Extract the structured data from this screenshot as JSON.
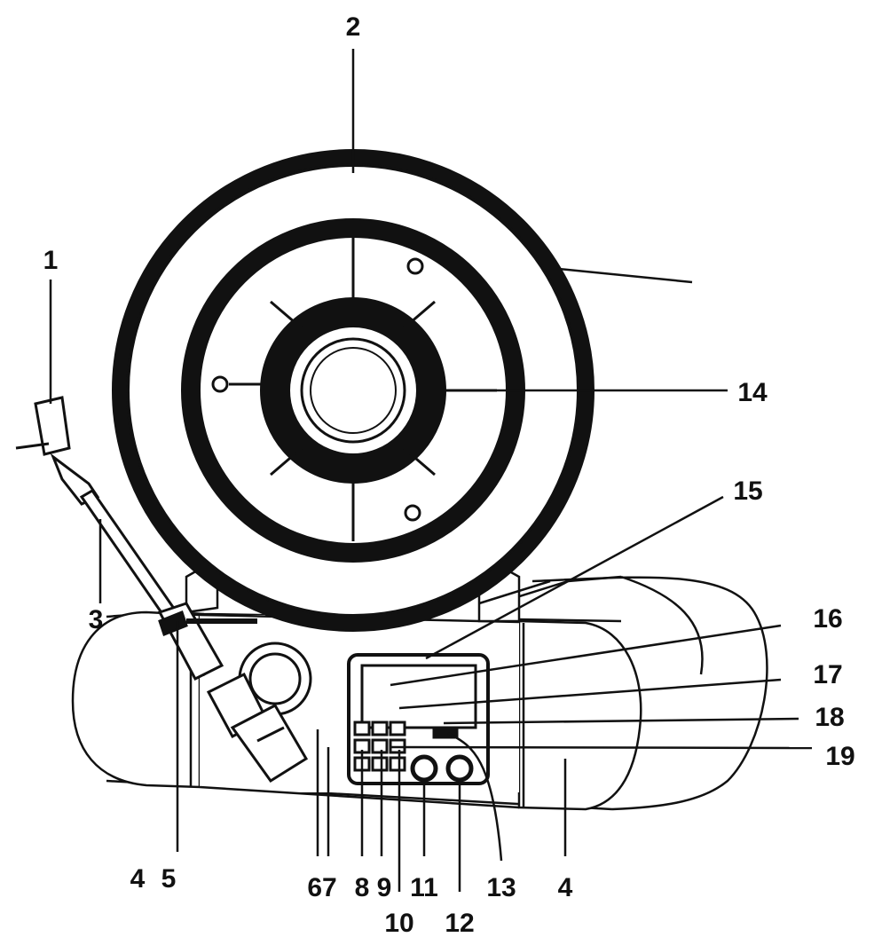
{
  "callouts": {
    "c1": "1",
    "c2": "2",
    "c3": "3",
    "c4_left": "4",
    "c4_right": "4",
    "c5": "5",
    "c67": "67",
    "c8": "8",
    "c9": "9",
    "c10": "10",
    "c11": "11",
    "c12": "12",
    "c13": "13",
    "c14": "14",
    "c15": "15",
    "c16": "16",
    "c17": "17",
    "c18": "18",
    "c19": "19"
  },
  "colors": {
    "ink": "#111111",
    "paper": "#ffffff"
  }
}
